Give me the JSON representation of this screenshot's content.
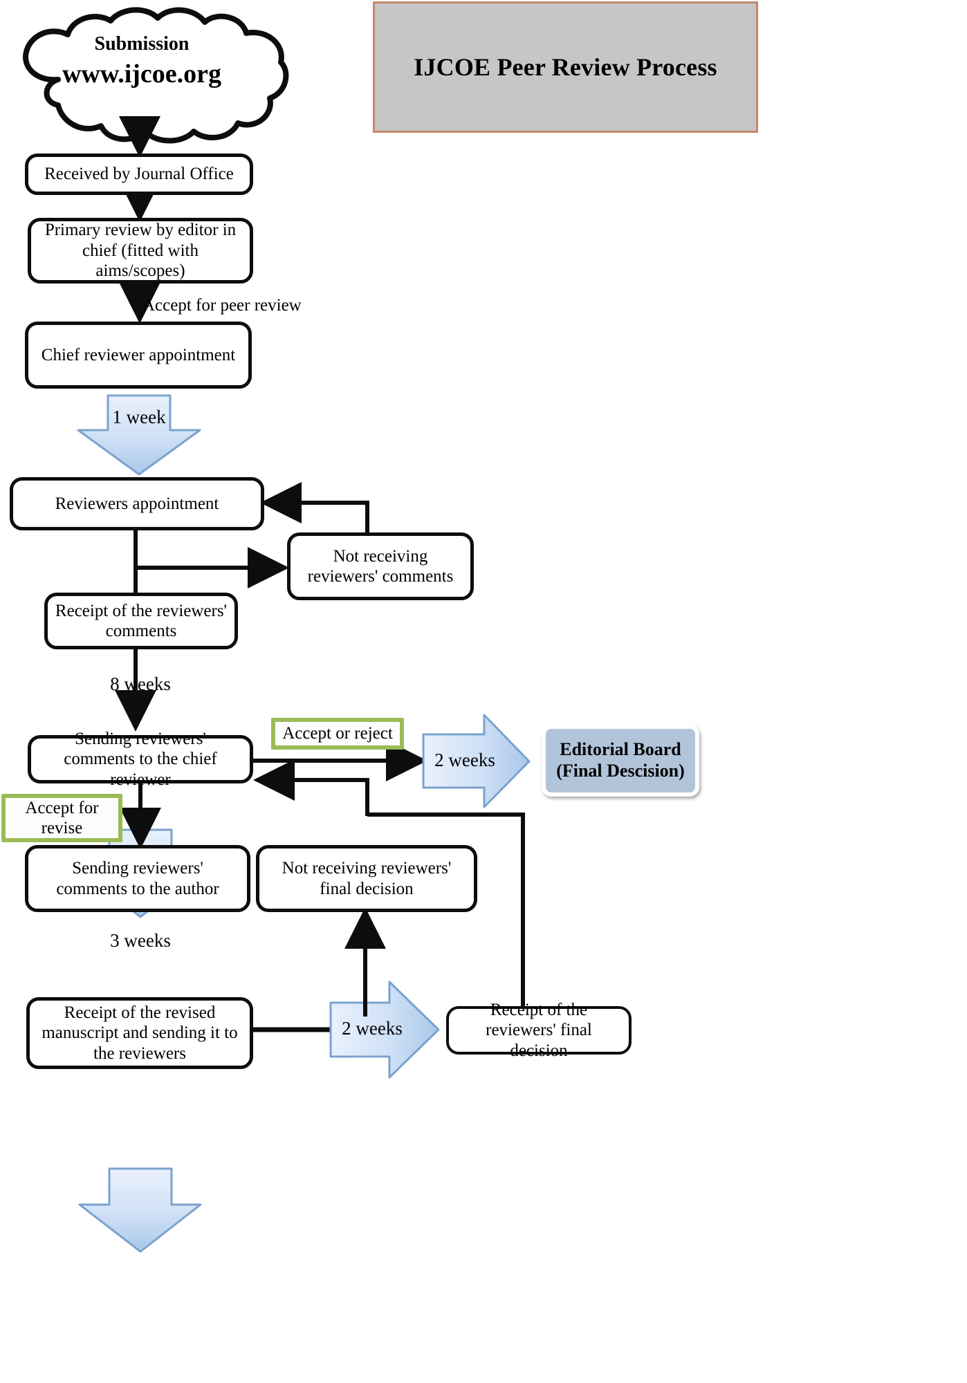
{
  "title": {
    "text": "IJCOE Peer Review Process",
    "bg": "#c6c6c6",
    "border": "#c4876a"
  },
  "start": {
    "shape": "cloud",
    "line1": "Submission",
    "line2": "www.ijcoe.org"
  },
  "nodes": {
    "received": "Received by Journal Office",
    "primary_review": "Primary review by editor in chief (fitted with aims/scopes)",
    "chief_appointment": "Chief reviewer appointment",
    "reviewers_appointment": "Reviewers appointment",
    "not_receiving_comments": "Not receiving reviewers' comments",
    "receipt_comments": "Receipt of the reviewers' comments",
    "sending_to_chief": "Sending reviewers' comments to the chief reviewer",
    "sending_to_author": "Sending reviewers' comments to the author",
    "not_receiving_final": "Not receiving reviewers' final decision",
    "receipt_revised": "Receipt of the revised manuscript and sending it to the reviewers",
    "receipt_final": "Receipt of the reviewers' final decision",
    "editorial_board_line1": "Editorial Board",
    "editorial_board_line2": "(Final Descision)"
  },
  "annotations": {
    "accept_peer_review": "Accept for peer review",
    "accept_or_reject": "Accept or reject",
    "accept_for_revise": "Accept for revise"
  },
  "durations": {
    "chief_to_reviewers": "1 week",
    "comments_to_chief": "8 weeks",
    "chief_to_board": "2 weeks",
    "author_to_revised": "3 weeks",
    "revised_to_final": "2 weeks"
  },
  "colors": {
    "arrow_fill_light": "#e4eefb",
    "arrow_fill_mid": "#b8d2f0",
    "arrow_stroke": "#7ba2cd",
    "green_border": "#9bbb59",
    "editorial_fill": "#b2c4da",
    "line": "#0d0d0d"
  }
}
